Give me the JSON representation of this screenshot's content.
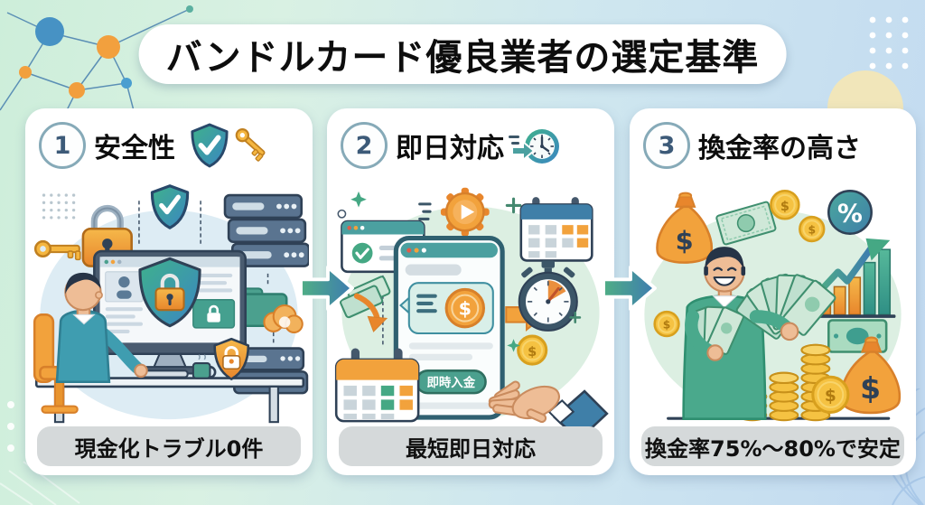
{
  "title": "バンドルカード優良業者の選定基準",
  "panels": [
    {
      "number": "1",
      "heading": "安全性",
      "badge": "現金化トラブル0件"
    },
    {
      "number": "2",
      "heading": "即日対応",
      "badge": "最短即日対応",
      "phone_button": "即時入金"
    },
    {
      "number": "3",
      "heading": "換金率の高さ",
      "badge": "換金率75%〜80%で安定"
    }
  ],
  "glyphs": {
    "dollar": "$",
    "percent": "%"
  },
  "colors": {
    "accent_green": "#45a884",
    "accent_blue": "#3f7fa8",
    "accent_orange": "#f29e3d",
    "badge_bg": "#d5d9da",
    "background_left": "#cdeeda",
    "background_right": "#c2daf1"
  }
}
